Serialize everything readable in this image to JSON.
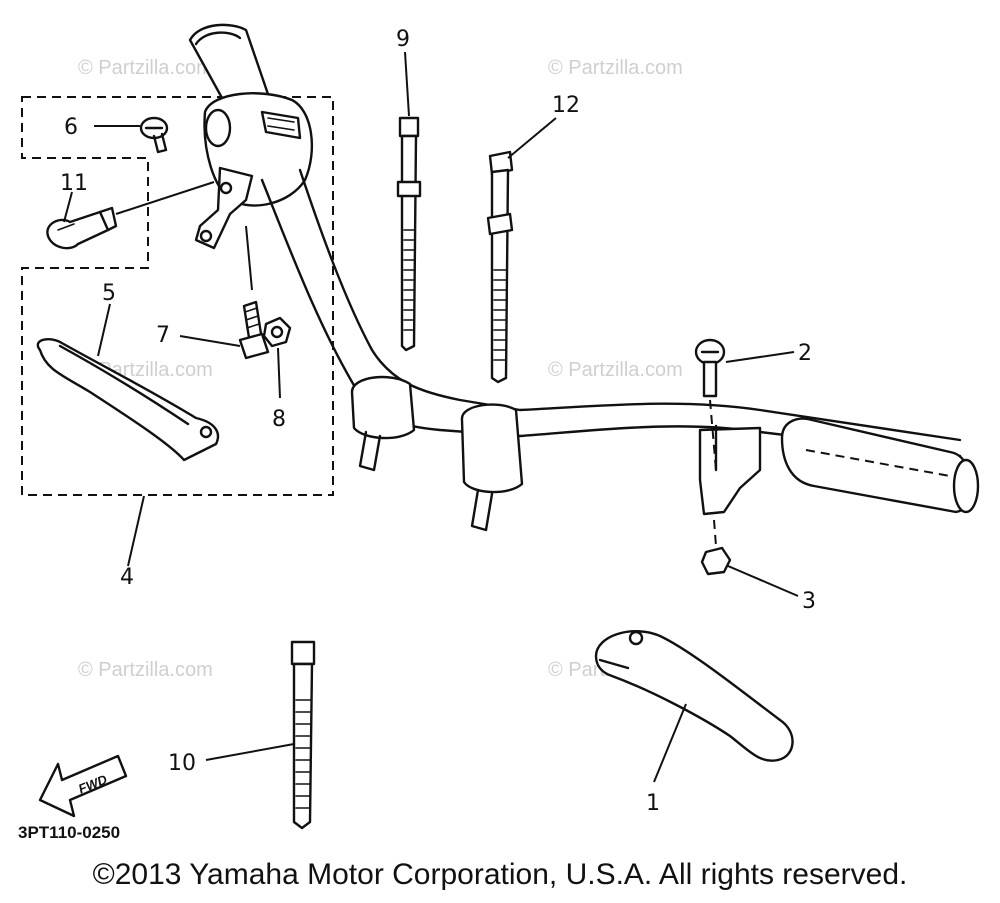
{
  "watermark": "© Partzilla.com",
  "callouts": [
    {
      "id": "1",
      "part": "brake-lever-right"
    },
    {
      "id": "2",
      "part": "bolt"
    },
    {
      "id": "3",
      "part": "nut"
    },
    {
      "id": "4",
      "part": "lever-holder-assembly"
    },
    {
      "id": "5",
      "part": "brake-lever-left"
    },
    {
      "id": "6",
      "part": "screw"
    },
    {
      "id": "7",
      "part": "bolt"
    },
    {
      "id": "8",
      "part": "nut"
    },
    {
      "id": "9",
      "part": "cable-tie"
    },
    {
      "id": "10",
      "part": "cable-tie"
    },
    {
      "id": "11",
      "part": "switch-screw"
    },
    {
      "id": "12",
      "part": "cable-tie"
    }
  ],
  "fwd_label": "FWD",
  "diagram_code": "3PT110-0250",
  "copyright": "©2013 Yamaha Motor Corporation, U.S.A. All rights reserved."
}
